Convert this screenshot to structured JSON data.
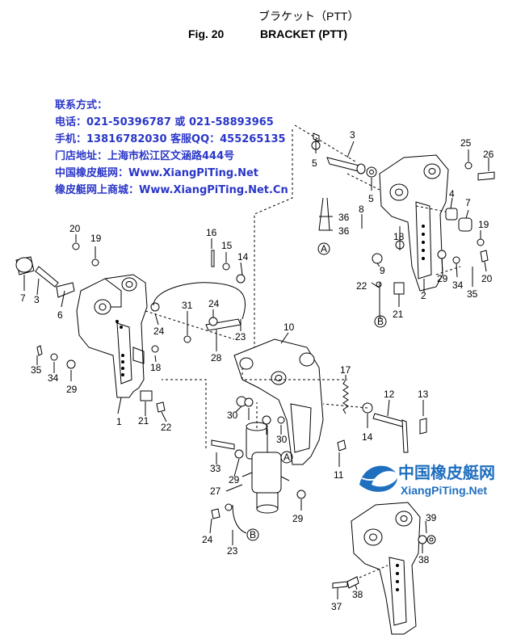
{
  "header": {
    "title_jp": "ブラケット（PTT）",
    "fig_label": "Fig. 20",
    "title_en": "BRACKET (PTT)"
  },
  "contact": {
    "heading": "联系方式：",
    "phone": "电话：021-50396787 或 021-58893965",
    "mobile": "手机：13816782030 客服QQ：455265135",
    "address": "门店地址：上海市松江区文涵路444号",
    "site_name": "中国橡皮艇网：Www.XiangPiTing.Net",
    "shop_name": "橡皮艇网上商城：Www.XiangPiTing.Net.Cn"
  },
  "logo": {
    "cn_text": "中国橡皮艇网",
    "en_text": "XiangPiTing.Net"
  },
  "colors": {
    "contact_text": "#2a36c8",
    "logo": "#1f6fbf"
  },
  "callouts": {
    "c1": "1",
    "c2": "2",
    "c3a": "3",
    "c3b": "3",
    "c4": "4",
    "c5a": "5",
    "c5b": "5",
    "c6": "6",
    "c7a": "7",
    "c7b": "7",
    "c8": "8",
    "c9": "9",
    "c10": "10",
    "c11": "11",
    "c12": "12",
    "c13": "13",
    "c14a": "14",
    "c14b": "14",
    "c15": "15",
    "c16": "16",
    "c17": "17",
    "c18a": "18",
    "c18b": "18",
    "c19a": "19",
    "c19b": "19",
    "c20a": "20",
    "c20b": "20",
    "c21a": "21",
    "c21b": "21",
    "c22a": "22",
    "c22b": "22",
    "c23a": "23",
    "c23b": "23",
    "c24a": "24",
    "c24b": "24",
    "c24c": "24",
    "c25": "25",
    "c26": "26",
    "c27": "27",
    "c28": "28",
    "c29a": "29",
    "c29b": "29",
    "c29c": "29",
    "c29d": "29",
    "c30a": "30",
    "c30b": "30",
    "c31": "31",
    "c33": "33",
    "c34a": "34",
    "c34b": "34",
    "c35a": "35",
    "c35b": "35",
    "c36a": "36",
    "c36b": "36",
    "c37": "37",
    "c38a": "38",
    "c38b": "38",
    "c39": "39",
    "refA1": "A",
    "refA2": "A",
    "refB1": "B",
    "refB2": "B"
  }
}
